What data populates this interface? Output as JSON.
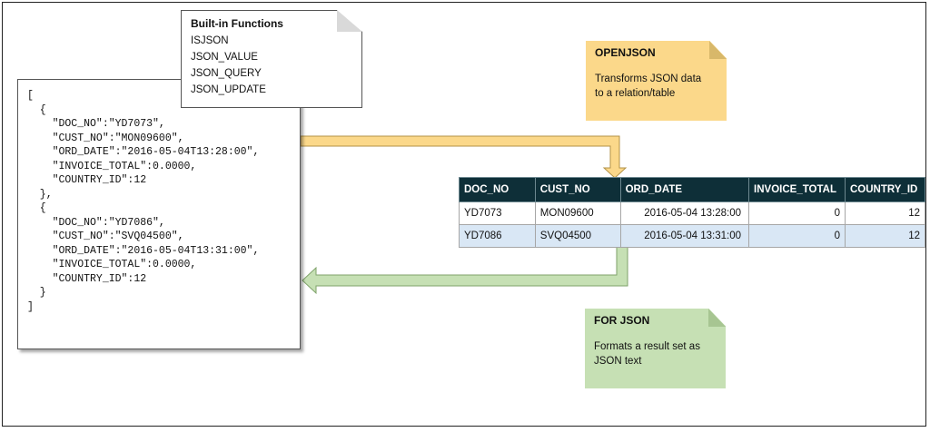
{
  "json_text": {
    "lines": [
      "[",
      "  {",
      "    \"DOC_NO\":\"YD7073\",",
      "    \"CUST_NO\":\"MON09600\",",
      "    \"ORD_DATE\":\"2016-05-04T13:28:00\",",
      "    \"INVOICE_TOTAL\":0.0000,",
      "    \"COUNTRY_ID\":12",
      "  },",
      "  {",
      "    \"DOC_NO\":\"YD7086\",",
      "    \"CUST_NO\":\"SVQ04500\",",
      "    \"ORD_DATE\":\"2016-05-04T13:31:00\",",
      "    \"INVOICE_TOTAL\":0.0000,",
      "    \"COUNTRY_ID\":12",
      "  }",
      "]"
    ]
  },
  "builtin_note": {
    "title": "Built-in Functions",
    "functions": [
      "ISJSON",
      "JSON_VALUE",
      "JSON_QUERY",
      "JSON_UPDATE"
    ]
  },
  "openjson_note": {
    "title": "OPENJSON",
    "description_lines": [
      "Transforms JSON data",
      "to a relation/table"
    ],
    "color": "#fbd88a"
  },
  "forjson_note": {
    "title": "FOR JSON",
    "description_lines": [
      "Formats a result set as",
      "JSON text"
    ],
    "color": "#c6e0b4"
  },
  "table": {
    "headers": [
      "DOC_NO",
      "CUST_NO",
      "ORD_DATE",
      "INVOICE_TOTAL",
      "COUNTRY_ID"
    ],
    "rows": [
      [
        "YD7073",
        "MON09600",
        "2016-05-04 13:28:00",
        "0",
        "12"
      ],
      [
        "YD7086",
        "SVQ04500",
        "2016-05-04 13:31:00",
        "0",
        "12"
      ]
    ],
    "header_color": "#0e2f38",
    "alt_row_color": "#d9e7f5"
  },
  "arrows": {
    "to_table_color": "#fbd88a",
    "to_json_color": "#c6e0b4"
  }
}
